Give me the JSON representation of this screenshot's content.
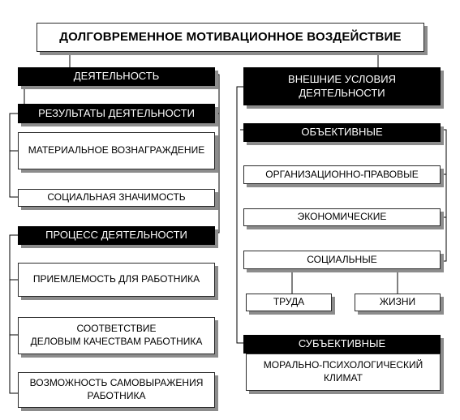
{
  "title": "Долговременное мотивационное воздействие",
  "left": {
    "heading": "Деятельность",
    "results": {
      "heading": "Результаты деятельности",
      "items": [
        "Материальное вознаграждение",
        "Социальная значимость"
      ]
    },
    "process": {
      "heading": "Процесс деятельности",
      "items": [
        "Приемлемость для работника",
        "Соответствие\nделовым качествам работника",
        "Возможность самовыражения\nработника"
      ]
    }
  },
  "right": {
    "heading": "Внешние условия\nдеятельности",
    "objective": {
      "heading": "Объективные",
      "items": [
        "Организационно-правовые",
        "Экономические",
        "Социальные"
      ],
      "social_sub": [
        "Труда",
        "Жизни"
      ]
    },
    "subjective": {
      "heading": "Субъективные",
      "item": "Морально-психологический\nклимат"
    }
  },
  "colors": {
    "header_bg": "#000000",
    "header_text": "#ffffff",
    "box_border": "#2a2a2a",
    "shadow": "#8c8c8c"
  }
}
